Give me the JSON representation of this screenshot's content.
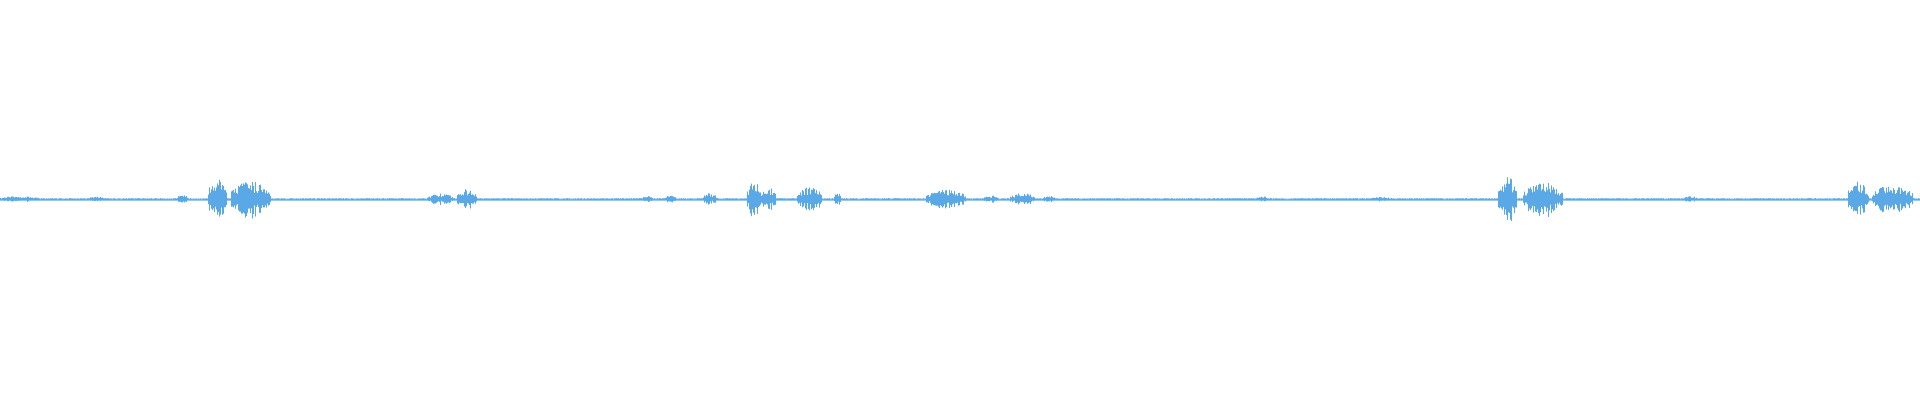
{
  "waveform": {
    "color": "#5aa9e6",
    "background": "#ffffff",
    "amplitude_scale": [
      -1,
      1
    ],
    "bursts": [
      {
        "start": 0.0,
        "end": 0.02,
        "amplitude": 0.05
      },
      {
        "start": 0.045,
        "end": 0.055,
        "amplitude": 0.04
      },
      {
        "start": 0.092,
        "end": 0.098,
        "amplitude": 0.07
      },
      {
        "start": 0.108,
        "end": 0.118,
        "amplitude": 0.34
      },
      {
        "start": 0.12,
        "end": 0.141,
        "amplitude": 0.3
      },
      {
        "start": 0.222,
        "end": 0.236,
        "amplitude": 0.09
      },
      {
        "start": 0.238,
        "end": 0.248,
        "amplitude": 0.17
      },
      {
        "start": 0.334,
        "end": 0.34,
        "amplitude": 0.05
      },
      {
        "start": 0.346,
        "end": 0.352,
        "amplitude": 0.07
      },
      {
        "start": 0.366,
        "end": 0.373,
        "amplitude": 0.1
      },
      {
        "start": 0.389,
        "end": 0.396,
        "amplitude": 0.34
      },
      {
        "start": 0.396,
        "end": 0.404,
        "amplitude": 0.2
      },
      {
        "start": 0.415,
        "end": 0.428,
        "amplitude": 0.2
      },
      {
        "start": 0.434,
        "end": 0.438,
        "amplitude": 0.1
      },
      {
        "start": 0.482,
        "end": 0.503,
        "amplitude": 0.16
      },
      {
        "start": 0.512,
        "end": 0.52,
        "amplitude": 0.06
      },
      {
        "start": 0.526,
        "end": 0.539,
        "amplitude": 0.1
      },
      {
        "start": 0.543,
        "end": 0.549,
        "amplitude": 0.06
      },
      {
        "start": 0.654,
        "end": 0.66,
        "amplitude": 0.05
      },
      {
        "start": 0.714,
        "end": 0.724,
        "amplitude": 0.04
      },
      {
        "start": 0.78,
        "end": 0.79,
        "amplitude": 0.38
      },
      {
        "start": 0.793,
        "end": 0.814,
        "amplitude": 0.28
      },
      {
        "start": 0.876,
        "end": 0.884,
        "amplitude": 0.05
      },
      {
        "start": 0.962,
        "end": 0.973,
        "amplitude": 0.3
      },
      {
        "start": 0.975,
        "end": 0.996,
        "amplitude": 0.24
      }
    ],
    "baseline_amplitude": 0.012
  }
}
